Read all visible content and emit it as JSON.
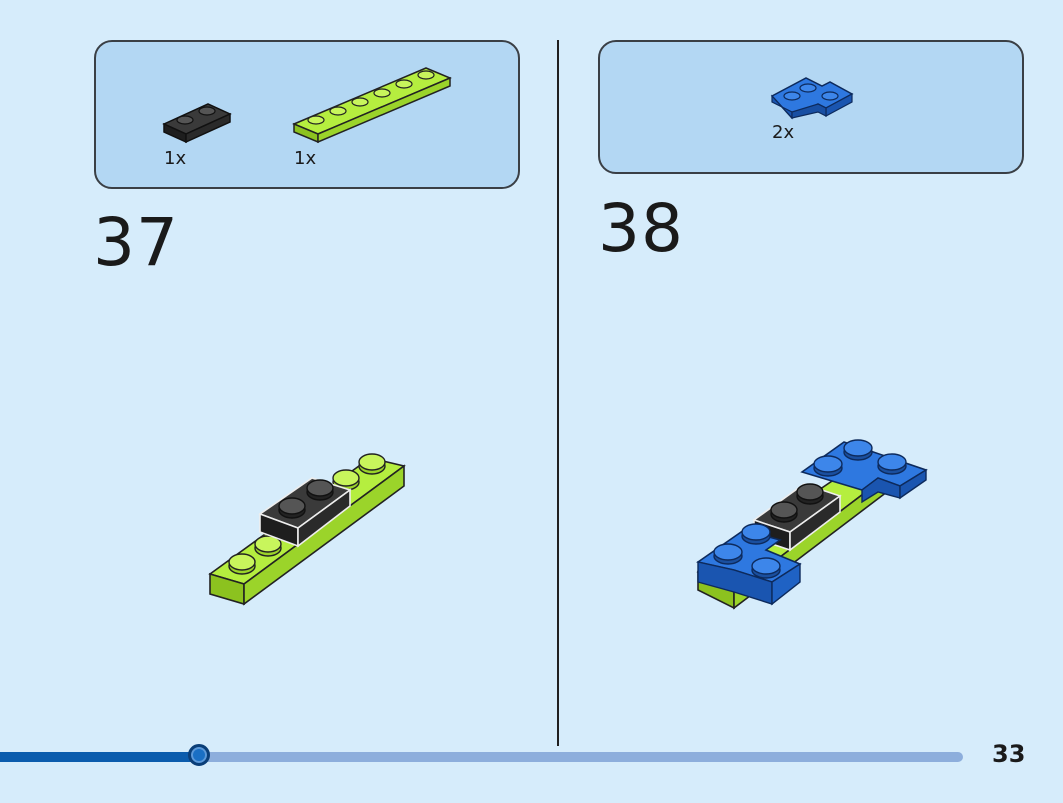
{
  "steps": [
    {
      "number": "37",
      "parts": [
        {
          "qty": "1x",
          "name": "black-1x2-plate",
          "color": "#2b2b2b"
        },
        {
          "qty": "1x",
          "name": "lime-1x6-plate",
          "color": "#a6e22e"
        }
      ]
    },
    {
      "number": "38",
      "parts": [
        {
          "qty": "2x",
          "name": "blue-2x2-corner-plate",
          "color": "#1f66d1"
        }
      ]
    }
  ],
  "colors": {
    "page_background": "#d6ecfb",
    "parts_box": "#b3d7f3",
    "lime": "#a6e22e",
    "black_brick": "#2b2b2b",
    "blue_brick": "#1f66d1",
    "progress_fill": "#0b5cad",
    "progress_track": "#8daedc"
  },
  "progress": {
    "fraction": 0.207
  },
  "page_number": "33"
}
